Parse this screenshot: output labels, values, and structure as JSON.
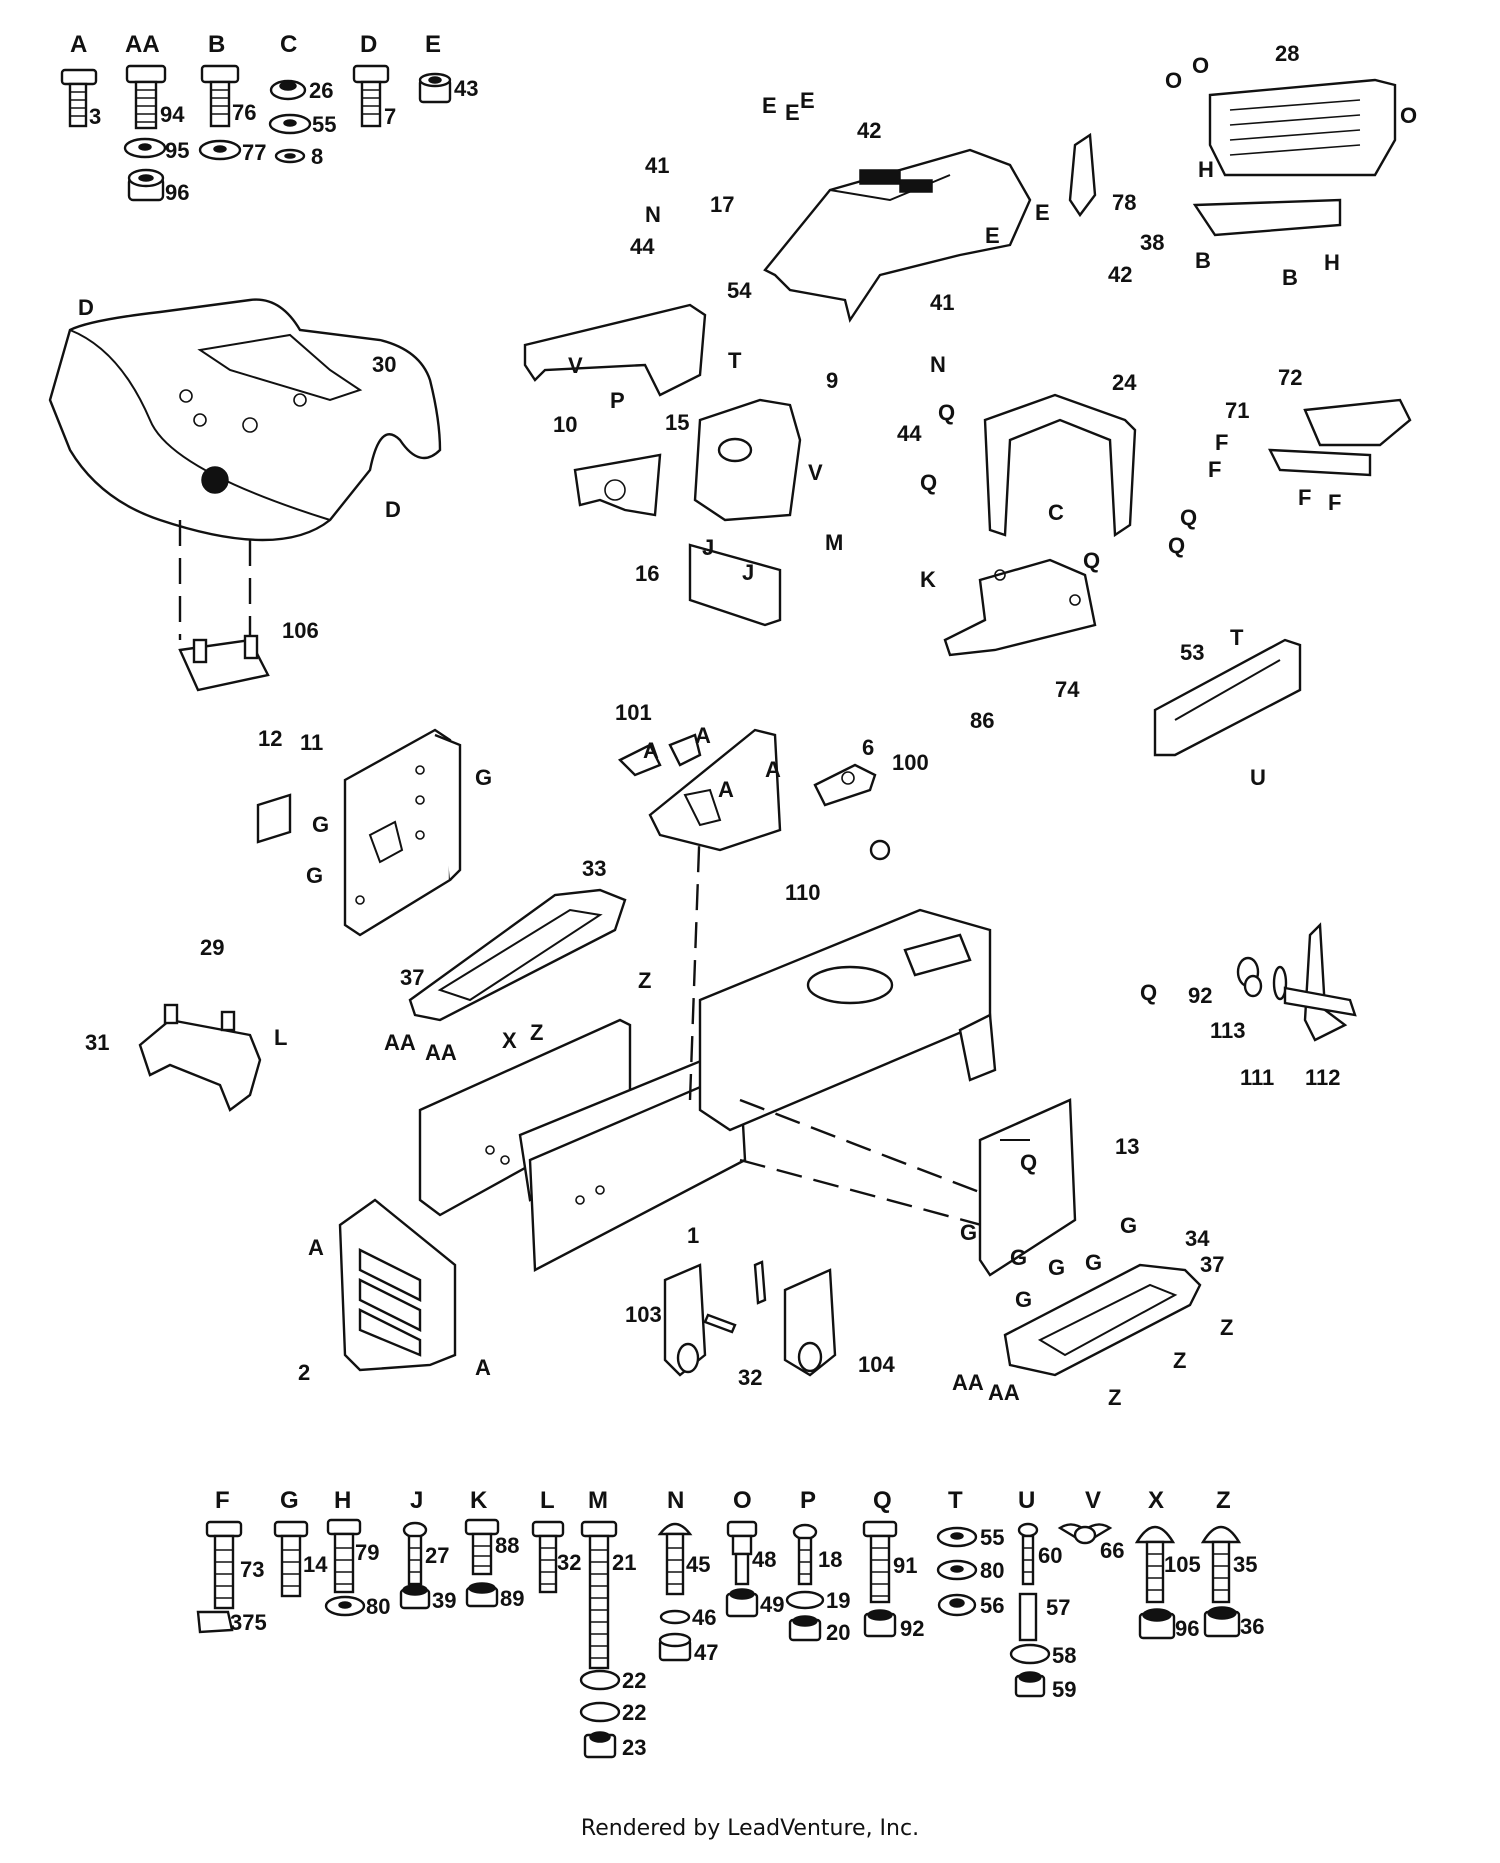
{
  "footer": "Rendered by LeadVenture, Inc.",
  "fastener_headers": {
    "top": [
      "A",
      "AA",
      "B",
      "C",
      "D",
      "E"
    ],
    "bottom": [
      "F",
      "G",
      "H",
      "J",
      "K",
      "L",
      "M",
      "N",
      "O",
      "P",
      "Q",
      "T",
      "U",
      "V",
      "X",
      "Z"
    ]
  },
  "fastener_numbers": {
    "top": [
      "3",
      "94",
      "95",
      "96",
      "76",
      "77",
      "26",
      "55",
      "8",
      "7",
      "43"
    ],
    "bottom": [
      "73",
      "375",
      "14",
      "79",
      "80",
      "27",
      "39",
      "88",
      "89",
      "32",
      "21",
      "22",
      "22",
      "23",
      "45",
      "46",
      "47",
      "48",
      "49",
      "18",
      "19",
      "20",
      "91",
      "92",
      "55",
      "80",
      "56",
      "60",
      "57",
      "58",
      "59",
      "66",
      "105",
      "96",
      "35",
      "36"
    ]
  },
  "part_numbers": [
    "1",
    "2",
    "6",
    "9",
    "10",
    "11",
    "12",
    "13",
    "15",
    "16",
    "17",
    "24",
    "28",
    "29",
    "30",
    "31",
    "32",
    "33",
    "34",
    "37",
    "37",
    "38",
    "41",
    "41",
    "42",
    "42",
    "44",
    "44",
    "53",
    "54",
    "71",
    "72",
    "74",
    "78",
    "86",
    "92",
    "100",
    "101",
    "103",
    "104",
    "106",
    "110",
    "111",
    "112",
    "113"
  ],
  "ref_letters": [
    "A",
    "A",
    "A",
    "A",
    "A",
    "A",
    "AA",
    "AA",
    "AA",
    "AA",
    "B",
    "B",
    "C",
    "D",
    "D",
    "E",
    "E",
    "E",
    "E",
    "E",
    "F",
    "F",
    "F",
    "F",
    "G",
    "G",
    "G",
    "G",
    "G",
    "G",
    "G",
    "G",
    "G",
    "H",
    "H",
    "J",
    "J",
    "K",
    "L",
    "M",
    "N",
    "N",
    "O",
    "O",
    "O",
    "P",
    "Q",
    "Q",
    "Q",
    "Q",
    "Q",
    "Q",
    "Q",
    "T",
    "T",
    "U",
    "V",
    "V",
    "X",
    "Z",
    "Z",
    "Z",
    "Z",
    "Z"
  ]
}
